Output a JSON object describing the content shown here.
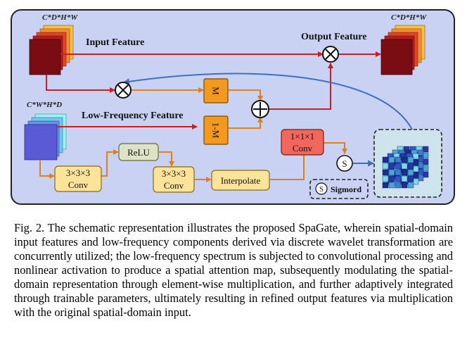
{
  "figure": {
    "dims_input": "C*D*H*W",
    "dims_output": "C*D*H*W",
    "dims_low_freq": "C*W*H*D",
    "input_feature_label": "Input Feature",
    "output_feature_label": "Output Feature",
    "low_frequency_label": "Low-Frequency Feature",
    "mask_label": "M",
    "one_minus_mask_label": "1-M",
    "relu_label": "ReLU",
    "conv1_kernel": "3×3×3",
    "conv1_label": "Conv",
    "conv2_kernel": "3×3×3",
    "conv2_label": "Conv",
    "interpolate_label": "Interpolate",
    "conv111_kernel": "1×1×1",
    "conv111_label": "Conv",
    "sigmoid_symbol": "S",
    "legend_symbol": "S",
    "legend_label": "Sigmord",
    "colors": {
      "panel_bg": "#c9d2f2",
      "arrow_red": "#cc1f1f",
      "arrow_orange": "#e0801c",
      "arrow_blue": "#3f6fc0",
      "mask_box": "#f39a1e",
      "relu_box": "#dfe3c5",
      "conv_box": "#fbe39a",
      "conv111_box": "#f2675c",
      "attention_bg": "#cfe3ec"
    }
  },
  "caption": {
    "text": "Fig. 2. The schematic representation illustrates the proposed SpaGate, wherein spatial-domain input features and low-frequency components derived via discrete wavelet transformation are concurrently utilized; the low-frequency spectrum is subjected to convolutional processing and nonlinear activation to produce a spatial attention map, subsequently modulating the spatial-domain representation through element-wise multiplication, and further adaptively integrated through trainable parameters, ultimately resulting in refined output features via multiplication with the original spatial-domain input."
  }
}
